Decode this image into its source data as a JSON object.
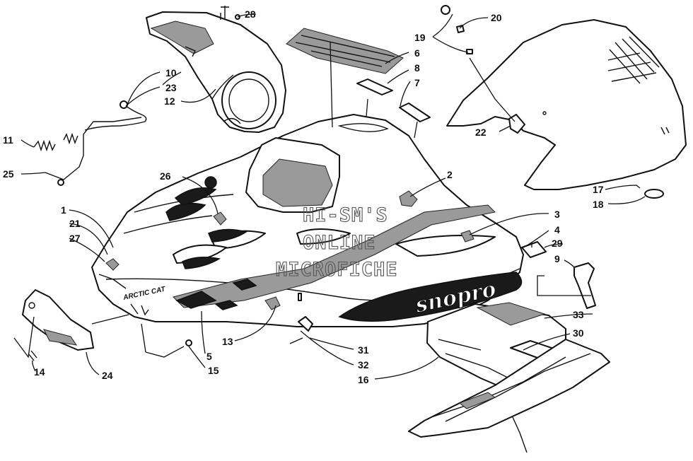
{
  "diagram": {
    "watermark": [
      "HI-SM'S",
      "ONLINE",
      "MICROFICHE"
    ],
    "hood_brand_text": "ARCTIC CAT",
    "decal_text": "snopro",
    "callouts": [
      "1",
      "2",
      "3",
      "4",
      "5",
      "6",
      "7",
      "8",
      "9",
      "10",
      "11",
      "12",
      "13",
      "14",
      "15",
      "16",
      "17",
      "18",
      "19",
      "20",
      "21",
      "22",
      "23",
      "24",
      "25",
      "26",
      "27",
      "28",
      "29",
      "30",
      "31",
      "32",
      "33"
    ]
  }
}
